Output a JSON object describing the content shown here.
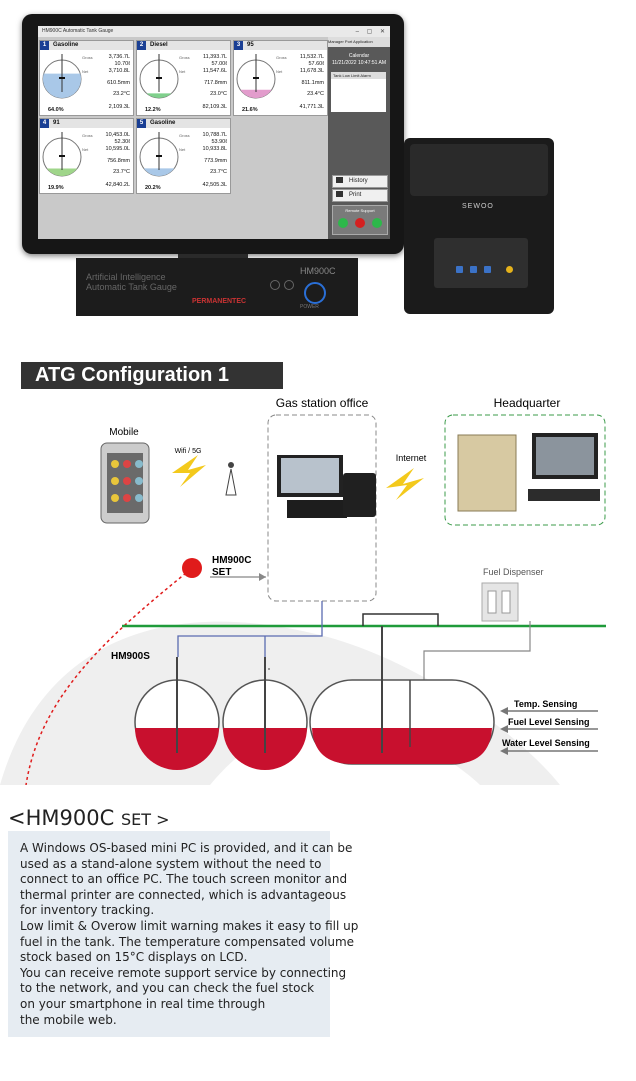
{
  "screen": {
    "titlebar": "HM900C Automatic Tank Gauge",
    "tanks": [
      {
        "num": "1",
        "name": "Gasoline",
        "sub": "",
        "gross": "3,736.7L",
        "water": "10.70ℓ",
        "net": "3,710.8L",
        "height": "610.5mm",
        "temp": "23.2°C",
        "ullage": "2,109.3L",
        "pct": "64.0%",
        "fill": 0.64,
        "color": "#a9c8e8"
      },
      {
        "num": "2",
        "name": "Diesel",
        "sub": "",
        "gross": "11,393.7L",
        "water": "57.00ℓ",
        "net": "11,547.6L",
        "height": "717.8mm",
        "temp": "23.0°C",
        "ullage": "82,109.3L",
        "pct": "12.2%",
        "fill": 0.122,
        "color": "#7fd08c"
      },
      {
        "num": "3",
        "name": "95",
        "sub": "",
        "gross": "11,532.7L",
        "water": "57.60ℓ",
        "net": "11,678.3L",
        "height": "811.1mm",
        "temp": "23.4°C",
        "ullage": "41,771.3L",
        "pct": "21.6%",
        "fill": 0.216,
        "color": "#e29ccc"
      },
      {
        "num": "4",
        "name": "91",
        "sub": "",
        "gross": "10,453.0L",
        "water": "52.30ℓ",
        "net": "10,595.0L",
        "height": "756.8mm",
        "temp": "23.7°C",
        "ullage": "42,840.2L",
        "pct": "19.9%",
        "fill": 0.199,
        "color": "#9fd58a"
      },
      {
        "num": "5",
        "name": "Gasoline",
        "sub": "",
        "gross": "10,788.7L",
        "water": "53.90ℓ",
        "net": "10,933.8L",
        "height": "773.9mm",
        "temp": "23.7°C",
        "ullage": "42,505.3L",
        "pct": "20.2%",
        "fill": 0.202,
        "color": "#a9c8e8"
      }
    ],
    "labels": {
      "gross": "Gross",
      "net": "Net"
    },
    "side": {
      "top": "Manager  Port  Application",
      "clock_title": "Calendar",
      "clock_date": "11/21/2022 10:47:51 AM",
      "alarm_title": "Tank Low Limit Alarm",
      "history": "History",
      "print": "Print",
      "remote": "Remote Support"
    }
  },
  "device": {
    "ai_line1": "Artificial Intelligence",
    "ai_line2": "Automatic Tank Gauge",
    "model": "HM900C",
    "brand": "PERMANENTEC",
    "power": "POWER",
    "printer_logo": "SEWOO"
  },
  "headline": "ATG Configuration 1",
  "diagram": {
    "mobile": "Mobile",
    "wifi": "Wifi / 5G",
    "office": "Gas station office",
    "internet": "Internet",
    "hq": "Headquarter",
    "set": "HM900C\nSET",
    "set1": "HM900C",
    "set2": "SET",
    "sensor": "HM900S",
    "dispenser": "Fuel Dispenser",
    "temp": "Temp. Sensing",
    "level": "Fuel Level Sensing",
    "water": "Water Level Sensing",
    "colors": {
      "fuel": "#c8102e",
      "ground": "#1f9b3a",
      "pipe": "#5a6bb0",
      "dot": "#e01b1b"
    }
  },
  "description": {
    "title": "<HM900C",
    "title_set": "SET >",
    "lines": [
      "A Windows OS-based mini PC is provided, and it can be",
      "used as a stand-alone system without the need to",
      "connect to an office PC.  The touch screen monitor and",
      "thermal printer are connected, which is advantageous",
      "for inventory tracking.",
      "Low limit & Overow limit warning makes it easy to fill up",
      "fuel in the tank.  The temperature compensated volume",
      "stock based on 15°C displays on LCD.",
      "You can receive remote support service by connecting",
      "to the network, and you can check the fuel stock",
      "on your smartphone in real time through",
      "the mobile web."
    ]
  }
}
